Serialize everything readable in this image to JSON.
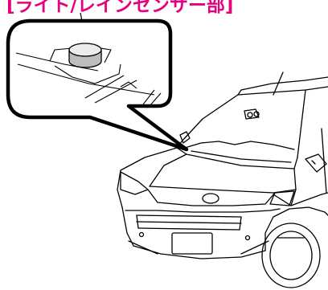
{
  "caption": {
    "text": "[ライト/レインセンサー部]",
    "color": "#e6007e"
  },
  "illustration": {
    "subject": "car-front-view",
    "callout": "windshield-sensor-closeup",
    "line_color": "#000000"
  }
}
